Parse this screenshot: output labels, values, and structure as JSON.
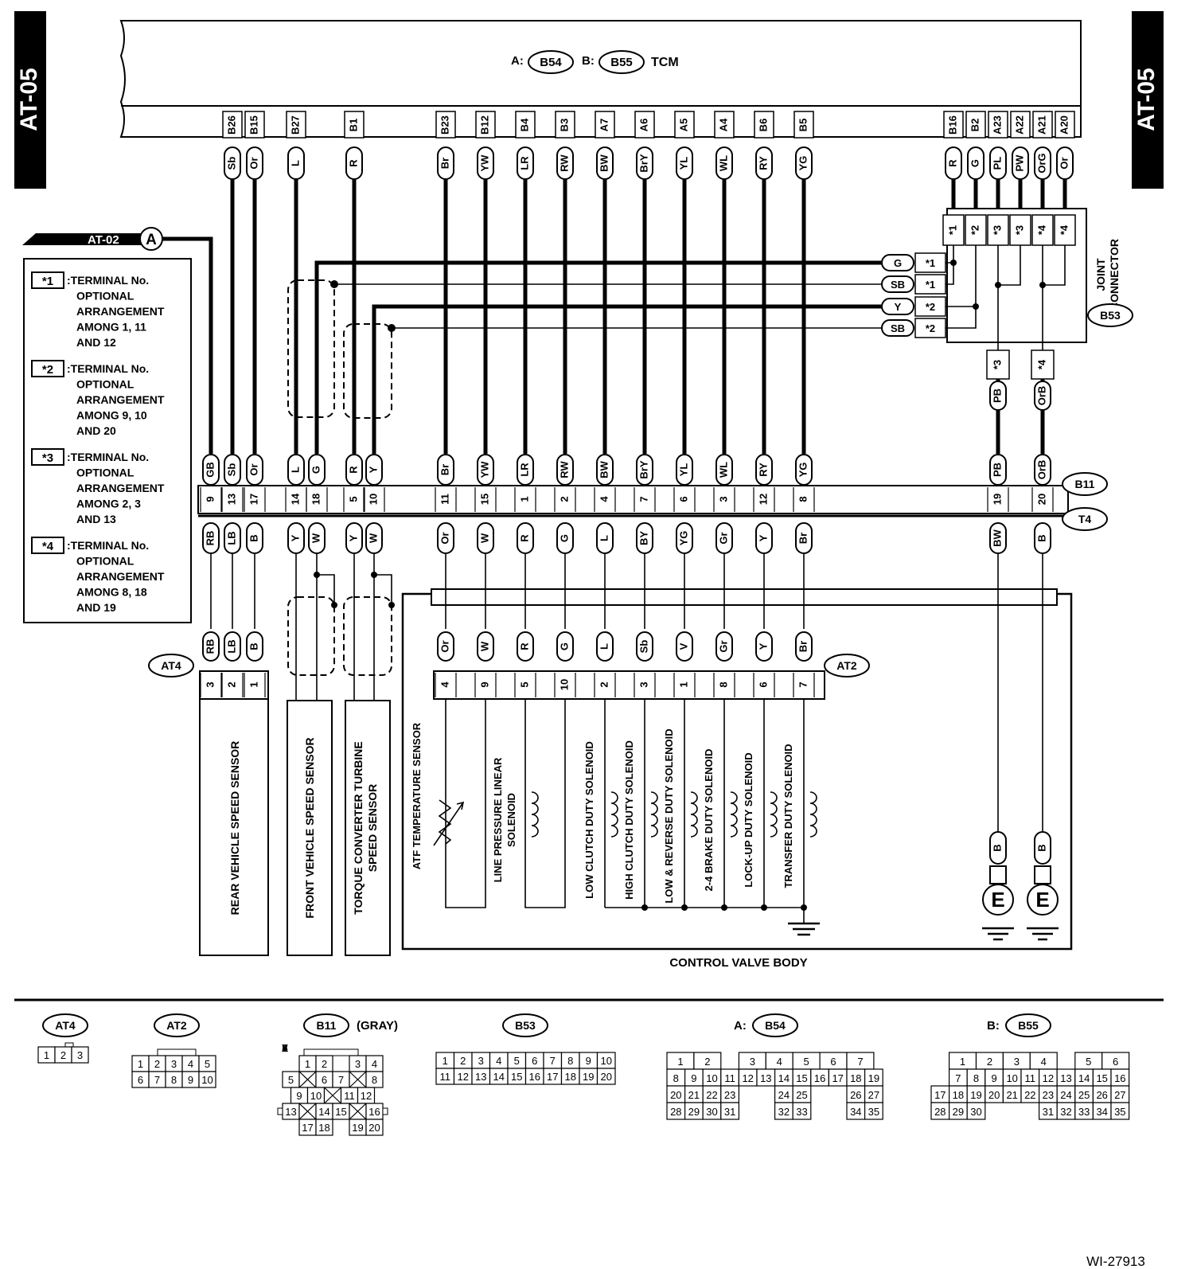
{
  "tabs": {
    "left": "AT-05",
    "right": "AT-05"
  },
  "tcm": {
    "prefix_a": "A:",
    "code_a": "B54",
    "prefix_b": "B:",
    "code_b": "B55",
    "name": "TCM"
  },
  "tcm_pins": [
    "B26",
    "B15",
    "B27",
    "B1",
    "B23",
    "B12",
    "B4",
    "B3",
    "A7",
    "A6",
    "A5",
    "A4",
    "B6",
    "B5",
    "B16",
    "B2",
    "A23",
    "A22",
    "A21",
    "A20"
  ],
  "tcm_wires": [
    "Sb",
    "Or",
    "L",
    "R",
    "Br",
    "YW",
    "LR",
    "RW",
    "BW",
    "BrY",
    "YL",
    "WL",
    "RY",
    "YG",
    "R",
    "G",
    "PL",
    "PW",
    "OrG",
    "Or"
  ],
  "link": {
    "sheet": "AT-02",
    "mark": "A"
  },
  "legend": [
    {
      "mark": "*1",
      "lines": [
        ":TERMINAL No.",
        "OPTIONAL",
        "ARRANGEMENT",
        "AMONG 1, 11",
        "AND 12"
      ]
    },
    {
      "mark": "*2",
      "lines": [
        ":TERMINAL No.",
        "OPTIONAL",
        "ARRANGEMENT",
        "AMONG 9, 10",
        "AND 20"
      ]
    },
    {
      "mark": "*3",
      "lines": [
        ":TERMINAL No.",
        "OPTIONAL",
        "ARRANGEMENT",
        "AMONG 2, 3",
        "AND 13"
      ]
    },
    {
      "mark": "*4",
      "lines": [
        ":TERMINAL No.",
        "OPTIONAL",
        "ARRANGEMENT",
        "AMONG 8, 18",
        "AND 19"
      ]
    }
  ],
  "joint": {
    "label_1": "JOINT",
    "label_2": "CONNECTOR",
    "code": "B53",
    "top_marks": [
      "*1",
      "*2",
      "*3",
      "*3",
      "*4",
      "*4"
    ],
    "rows": [
      {
        "wire": "G",
        "mark": "*1"
      },
      {
        "wire": "SB",
        "mark": "*1"
      },
      {
        "wire": "Y",
        "mark": "*2"
      },
      {
        "wire": "SB",
        "mark": "*2"
      }
    ],
    "bottom_marks": [
      "*3",
      "*4"
    ],
    "bottom_wires": [
      "PB",
      "OrB"
    ]
  },
  "b11": {
    "code": "B11",
    "wires": [
      "GB",
      "Sb",
      "Or",
      "L",
      "G",
      "R",
      "Y",
      "Br",
      "YW",
      "LR",
      "RW",
      "BW",
      "BrY",
      "YL",
      "WL",
      "RY",
      "YG",
      "PB",
      "OrB"
    ],
    "pins": [
      "9",
      "13",
      "17",
      "14",
      "18",
      "5",
      "10",
      "11",
      "15",
      "1",
      "2",
      "4",
      "7",
      "6",
      "3",
      "12",
      "8",
      "19",
      "20"
    ]
  },
  "t4": {
    "code": "T4",
    "wires": [
      "RB",
      "LB",
      "B",
      "Y",
      "W",
      "Y",
      "W",
      "Or",
      "W",
      "R",
      "G",
      "L",
      "BY",
      "YG",
      "Gr",
      "Y",
      "Br",
      "BW",
      "B"
    ]
  },
  "at4": {
    "code": "AT4",
    "wires": [
      "RB",
      "LB",
      "B"
    ],
    "pins": [
      "3",
      "2",
      "1"
    ]
  },
  "at2": {
    "code": "AT2",
    "wires": [
      "Or",
      "W",
      "R",
      "G",
      "L",
      "Sb",
      "V",
      "Gr",
      "Y",
      "Br"
    ],
    "pins": [
      "4",
      "9",
      "5",
      "10",
      "2",
      "3",
      "1",
      "8",
      "6",
      "7"
    ]
  },
  "ground_wires": [
    "B",
    "B"
  ],
  "ground_mark": "E",
  "sensors": {
    "rear": [
      "REAR VEHICLE SPEED SENSOR"
    ],
    "front": [
      "FRONT VEHICLE SPEED SENSOR"
    ],
    "turbine": [
      "TORQUE CONVERTER TURBINE",
      "SPEED SENSOR"
    ]
  },
  "components": [
    "ATF TEMPERATURE SENSOR",
    "LINE PRESSURE LINEAR",
    "SOLENOID",
    "LOW CLUTCH DUTY SOLENOID",
    "HIGH CLUTCH DUTY SOLENOID",
    "LOW & REVERSE DUTY SOLENOID",
    "2-4 BRAKE DUTY SOLENOID",
    "LOCK-UP DUTY SOLENOID",
    "TRANSFER DUTY SOLENOID"
  ],
  "cvb_label": "CONTROL VALVE BODY",
  "connectors": {
    "at4": {
      "code": "AT4",
      "pins": [
        "1",
        "2",
        "3"
      ]
    },
    "at2": {
      "code": "AT2",
      "row1": [
        "1",
        "2",
        "3",
        "4",
        "5"
      ],
      "row2": [
        "6",
        "7",
        "8",
        "9",
        "10"
      ]
    },
    "b11": {
      "code": "B11",
      "suffix": "(GRAY)",
      "pins": [
        "1",
        "2",
        "3",
        "4",
        "5",
        "6",
        "7",
        "8",
        "9",
        "10",
        "11",
        "12",
        "13",
        "14",
        "15",
        "16",
        "17",
        "18",
        "19",
        "20"
      ]
    },
    "b53": {
      "code": "B53",
      "row1": [
        "1",
        "2",
        "3",
        "4",
        "5",
        "6",
        "7",
        "8",
        "9",
        "10"
      ],
      "row2": [
        "11",
        "12",
        "13",
        "14",
        "15",
        "16",
        "17",
        "18",
        "19",
        "20"
      ]
    },
    "b54": {
      "prefix": "A:",
      "code": "B54",
      "rows": [
        [
          "1",
          "2",
          "",
          "3",
          "4",
          "5",
          "6",
          "7"
        ],
        [
          "8",
          "9",
          "10",
          "11",
          "12",
          "13",
          "14",
          "15",
          "16",
          "17",
          "18",
          "19"
        ],
        [
          "20",
          "21",
          "22",
          "23",
          "",
          "24",
          "25",
          "",
          "26",
          "27"
        ],
        [
          "28",
          "29",
          "30",
          "31",
          "",
          "32",
          "33",
          "",
          "34",
          "35"
        ]
      ]
    },
    "b55": {
      "prefix": "B:",
      "code": "B55",
      "rows": [
        [
          "1",
          "2",
          "3",
          "4",
          "",
          "5",
          "6"
        ],
        [
          "7",
          "8",
          "9",
          "10",
          "11",
          "12",
          "13",
          "14",
          "15",
          "16"
        ],
        [
          "17",
          "18",
          "19",
          "20",
          "21",
          "22",
          "23",
          "24",
          "25",
          "26",
          "27"
        ],
        [
          "28",
          "29",
          "30",
          "",
          "31",
          "32",
          "33",
          "34",
          "35"
        ]
      ]
    }
  },
  "figure_id": "WI-27913"
}
